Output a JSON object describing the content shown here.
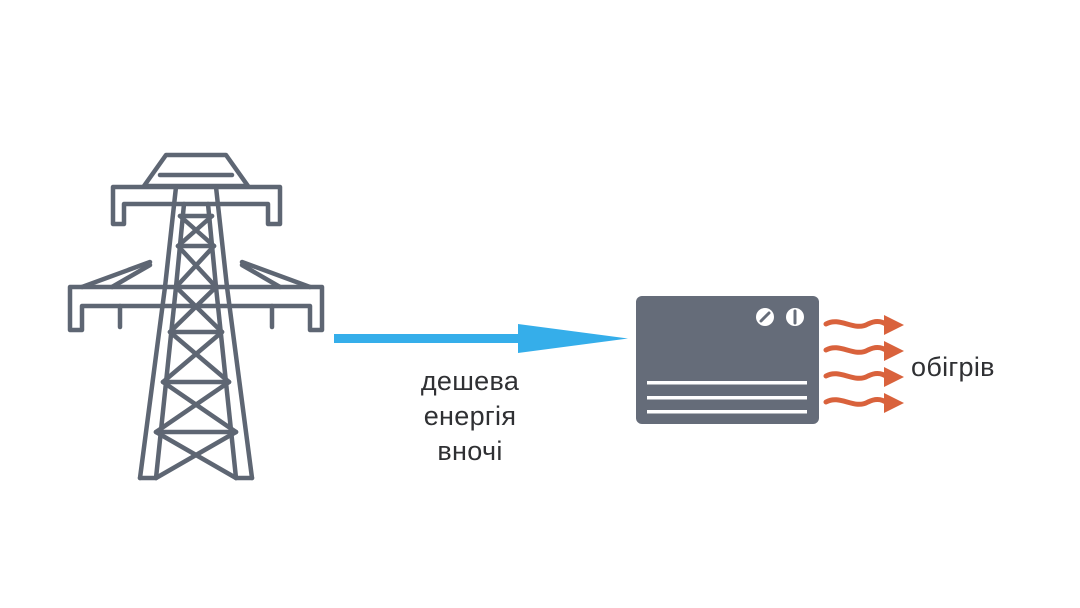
{
  "diagram": {
    "energy_label_lines": [
      "дешева",
      "енергія",
      "вночі"
    ],
    "heating_label": "обігрів"
  },
  "colors": {
    "tower_outline": "#5e6673",
    "heater_body": "#656c79",
    "heater_detail": "#ffffff",
    "energy_arrow": "#35aeea",
    "heat_waves": "#d9623c",
    "text": "#2f3033"
  },
  "icons": {
    "source": "power-transmission-tower-icon",
    "consumer": "electric-heater-icon",
    "flow": "energy-flow-arrow",
    "output": "heat-wave-arrows"
  }
}
